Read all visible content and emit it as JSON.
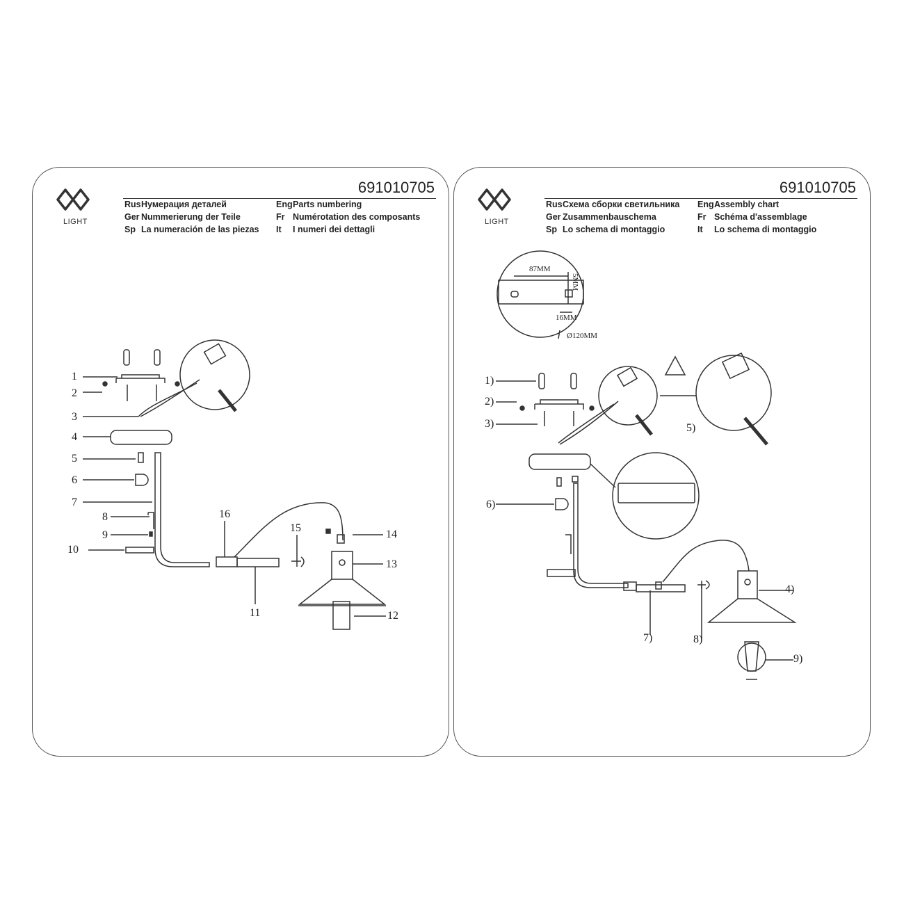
{
  "left": {
    "logo_text": "LIGHT",
    "code": "691010705",
    "header": [
      {
        "l1": "Rus",
        "t1": "Нумерация деталей",
        "l2": "Eng",
        "t2": "Parts numbering"
      },
      {
        "l1": "Ger",
        "t1": "Nummerierung der Teile",
        "l2": "Fr",
        "t2": "Numérotation des composants"
      },
      {
        "l1": "Sp",
        "t1": "La numeración de las piezas",
        "l2": "It",
        "t2": "I numeri dei dettagli"
      }
    ],
    "parts": [
      "1",
      "2",
      "3",
      "4",
      "5",
      "6",
      "7",
      "8",
      "9",
      "10",
      "11",
      "12",
      "13",
      "14",
      "15",
      "16"
    ]
  },
  "right": {
    "logo_text": "LIGHT",
    "code": "691010705",
    "header": [
      {
        "l1": "Rus",
        "t1": "Схема сборки светильника",
        "l2": "Eng",
        "t2": "Assembly chart"
      },
      {
        "l1": "Ger",
        "t1": "Zusammenbauschema",
        "l2": "Fr",
        "t2": "Schéma d'assemblage"
      },
      {
        "l1": "Sp",
        "t1": "Lo schema di montaggio",
        "l2": "It",
        "t2": "Lo schema di montaggio"
      }
    ],
    "dims": {
      "length": "87MM",
      "height": "5MM",
      "offset": "16MM",
      "diameter": "Ø120MM"
    },
    "steps": [
      "1)",
      "2)",
      "3)",
      "4)",
      "5)",
      "6)",
      "7)",
      "8)",
      "9)"
    ]
  }
}
